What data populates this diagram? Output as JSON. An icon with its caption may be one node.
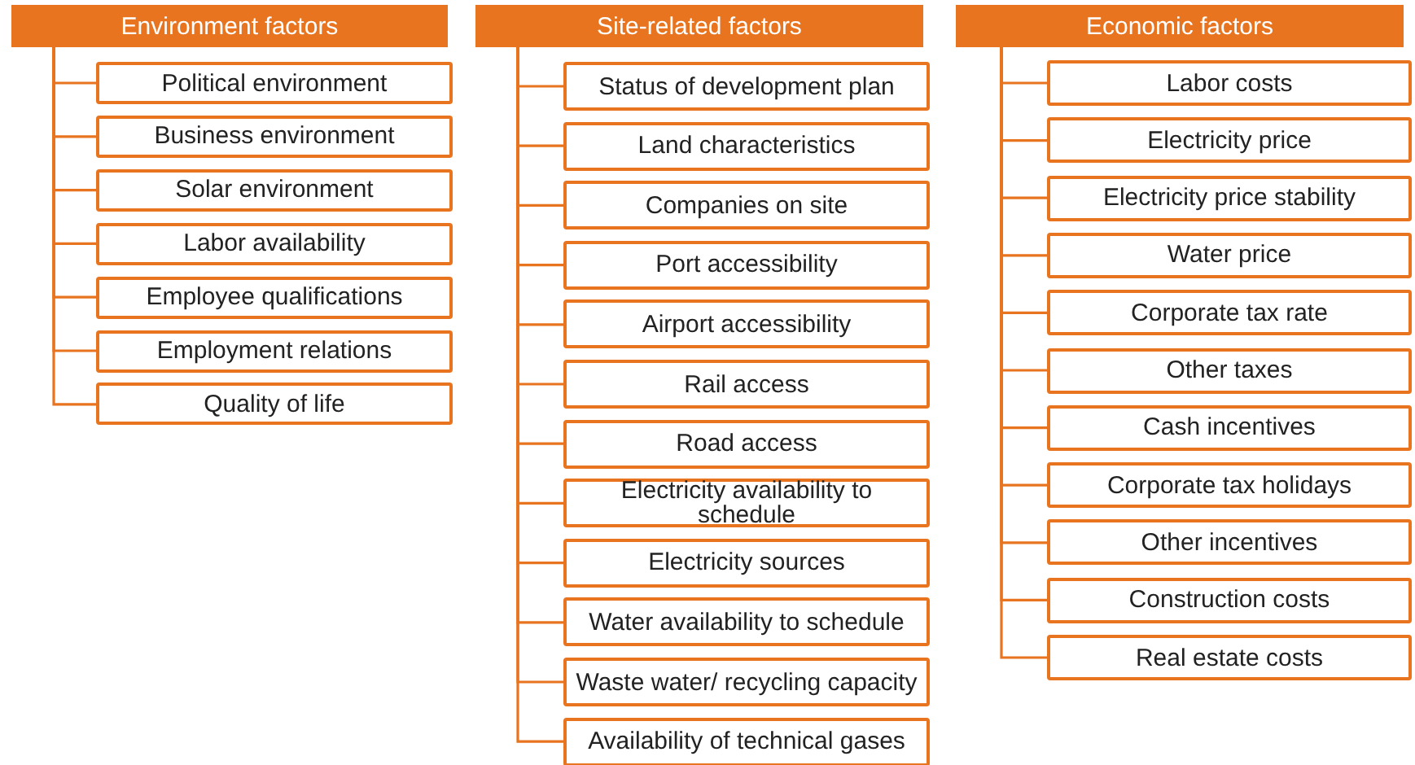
{
  "diagram": {
    "nodes": [
      {
        "text": [
          "Environment factors"
        ]
      },
      {
        "text": [
          "Political environment"
        ]
      },
      {
        "text": [
          "Business environment"
        ]
      },
      {
        "text": [
          "Solar environment"
        ]
      },
      {
        "text": [
          "Labor availability"
        ]
      },
      {
        "text": [
          "Employee qualifications"
        ]
      },
      {
        "text": [
          "Employment relations"
        ]
      },
      {
        "text": [
          "Quality of life"
        ]
      },
      {
        "text": [
          "Site-related factors"
        ]
      },
      {
        "text": [
          "Status of development plan"
        ]
      },
      {
        "text": [
          "Land characteristics"
        ]
      },
      {
        "text": [
          "Companies on site"
        ]
      },
      {
        "text": [
          "Port accessibility"
        ]
      },
      {
        "text": [
          "Airport accessibility"
        ]
      },
      {
        "text": [
          "Rail access"
        ]
      },
      {
        "text": [
          "Road access"
        ]
      },
      {
        "text": [
          "Electricity availability to schedule"
        ]
      },
      {
        "text": [
          "Electricity sources"
        ]
      },
      {
        "text": [
          "Water availability to schedule"
        ]
      },
      {
        "text": [
          "Waste water/ recycling capacity"
        ]
      },
      {
        "text": [
          "Availability of technical gases"
        ]
      },
      {
        "text": [
          "Economic factors"
        ]
      },
      {
        "text": [
          "Labor costs"
        ]
      },
      {
        "text": [
          "Electricity price"
        ]
      },
      {
        "text": [
          "Electricity price stability"
        ]
      },
      {
        "text": [
          "Water price"
        ]
      },
      {
        "text": [
          "Corporate tax rate"
        ]
      },
      {
        "text": [
          "Other taxes"
        ]
      },
      {
        "text": [
          "Cash incentives"
        ]
      },
      {
        "text": [
          "Corporate tax holidays"
        ]
      },
      {
        "text": [
          "Other incentives"
        ]
      },
      {
        "text": [
          "Construction costs"
        ]
      },
      {
        "text": [
          "Real estate costs"
        ]
      }
    ],
    "edges": [
      {
        "from": 0,
        "to": 1,
        "arrow": "none"
      },
      {
        "from": 0,
        "to": 2,
        "arrow": "none"
      },
      {
        "from": 0,
        "to": 3,
        "arrow": "none"
      },
      {
        "from": 0,
        "to": 4,
        "arrow": "none"
      },
      {
        "from": 0,
        "to": 5,
        "arrow": "none"
      },
      {
        "from": 0,
        "to": 6,
        "arrow": "none"
      },
      {
        "from": 0,
        "to": 7,
        "arrow": "none"
      },
      {
        "from": 8,
        "to": 9,
        "arrow": "none"
      },
      {
        "from": 8,
        "to": 10,
        "arrow": "none"
      },
      {
        "from": 8,
        "to": 11,
        "arrow": "none"
      },
      {
        "from": 8,
        "to": 12,
        "arrow": "none"
      },
      {
        "from": 8,
        "to": 13,
        "arrow": "none"
      },
      {
        "from": 8,
        "to": 14,
        "arrow": "none"
      },
      {
        "from": 8,
        "to": 15,
        "arrow": "none"
      },
      {
        "from": 8,
        "to": 16,
        "arrow": "none"
      },
      {
        "from": 8,
        "to": 17,
        "arrow": "none"
      },
      {
        "from": 8,
        "to": 18,
        "arrow": "none"
      },
      {
        "from": 8,
        "to": 19,
        "arrow": "none"
      },
      {
        "from": 8,
        "to": 20,
        "arrow": "none"
      },
      {
        "from": 21,
        "to": 22,
        "arrow": "none"
      },
      {
        "from": 21,
        "to": 23,
        "arrow": "none"
      },
      {
        "from": 21,
        "to": 24,
        "arrow": "none"
      },
      {
        "from": 21,
        "to": 25,
        "arrow": "none"
      },
      {
        "from": 21,
        "to": 26,
        "arrow": "none"
      },
      {
        "from": 21,
        "to": 27,
        "arrow": "none"
      },
      {
        "from": 21,
        "to": 28,
        "arrow": "none"
      },
      {
        "from": 21,
        "to": 29,
        "arrow": "none"
      },
      {
        "from": 21,
        "to": 30,
        "arrow": "none"
      },
      {
        "from": 21,
        "to": 31,
        "arrow": "none"
      },
      {
        "from": 21,
        "to": 32,
        "arrow": "none"
      }
    ]
  }
}
